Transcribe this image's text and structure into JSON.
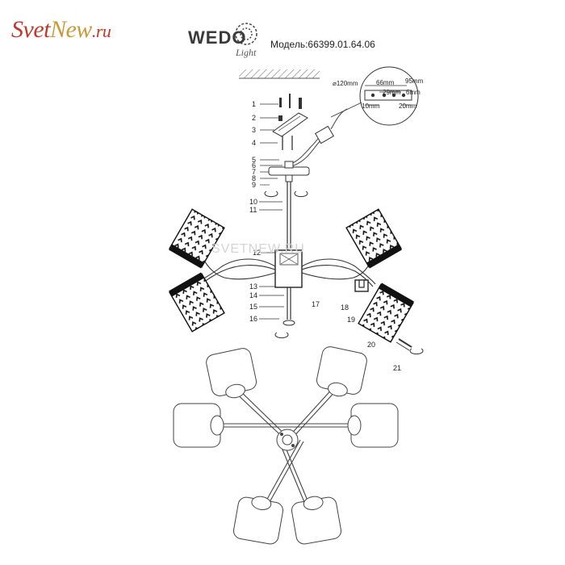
{
  "header": {
    "site_logo": {
      "part1": "Svet",
      "part2": "New",
      "part3": ".ru",
      "colors": {
        "red": "#c0392b",
        "gold": "#c79a3a"
      }
    },
    "brand": {
      "name": "WEDO",
      "sub": "Light"
    },
    "model_label": "Модель:66399.01.64.06"
  },
  "watermark": "SVETNEW.RU",
  "dimensions": {
    "diameter": "⌀120mm",
    "d66": "66mm",
    "d95": "95mm",
    "d29": "29mm",
    "d6": "6mm",
    "d10": "10mm",
    "d20": "20mm"
  },
  "part_numbers": [
    "1",
    "2",
    "3",
    "4",
    "5",
    "6",
    "7",
    "8",
    "9",
    "10",
    "11",
    "12",
    "13",
    "14",
    "15",
    "16",
    "17",
    "18",
    "19",
    "20",
    "21"
  ],
  "icons": [
    "ceiling-hatch-icon",
    "screw-icon",
    "mounting-plate-icon",
    "wire-connector-icon",
    "lamp-shade-icon",
    "rotation-arrow-icon",
    "bulb-icon"
  ]
}
